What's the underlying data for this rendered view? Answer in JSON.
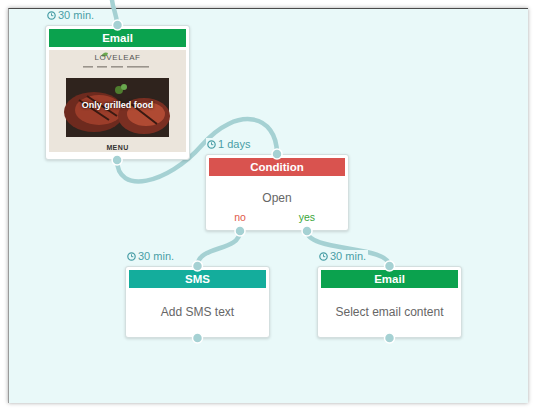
{
  "diagram": {
    "nodes": [
      {
        "text": [
          "30 min.",
          "Email",
          "LOVELEAF",
          "Only grilled food",
          "MENU"
        ]
      },
      {
        "text": [
          "1 days",
          "Condition",
          "Open"
        ]
      },
      {
        "text": [
          "30 min.",
          "SMS",
          "Add SMS text"
        ]
      },
      {
        "text": [
          "30 min.",
          "Email",
          "Select email content"
        ]
      }
    ],
    "edges": [
      {
        "from": 0,
        "to": 1,
        "arrow": "none"
      },
      {
        "from": 1,
        "to": 2,
        "label": "no",
        "arrow": "none"
      },
      {
        "from": 1,
        "to": 3,
        "label": "yes",
        "arrow": "none"
      }
    ]
  }
}
